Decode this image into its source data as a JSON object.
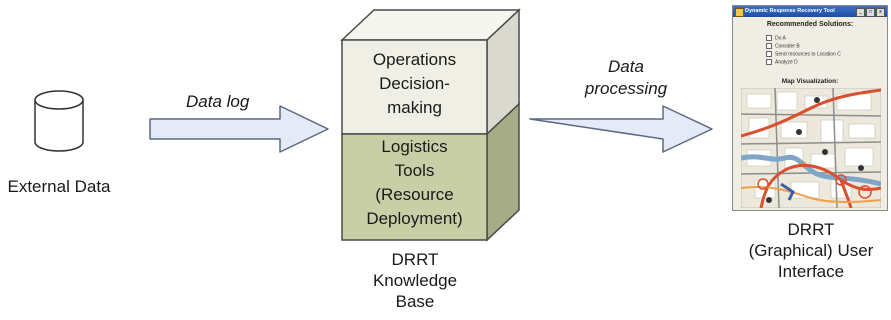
{
  "left_node": {
    "label": "External Data"
  },
  "arrow1": {
    "label": "Data log"
  },
  "knowledge_base": {
    "top_block": [
      "Operations",
      "Decision-",
      "making"
    ],
    "bottom_block": [
      "Logistics",
      "Tools",
      "(Resource",
      "Deployment)"
    ],
    "caption": [
      "DRRT",
      "Knowledge",
      "Base"
    ]
  },
  "arrow2": {
    "label": [
      "Data",
      "processing"
    ]
  },
  "gui": {
    "window_title": "Dynamic Response Recovery Tool",
    "section_title": "Recommended Solutions:",
    "options": [
      "Do A",
      "Consider B",
      "Send resources to Location C",
      "Analyze D"
    ],
    "map_title": "Map Visualization:",
    "caption": [
      "DRRT",
      "(Graphical) User",
      "Interface"
    ]
  },
  "colors": {
    "top_block": "#efefe6",
    "bottom_block": "#c8cfa6",
    "arrow_fill": "#e4ebf6",
    "arrow_stroke": "#5a6a80"
  }
}
